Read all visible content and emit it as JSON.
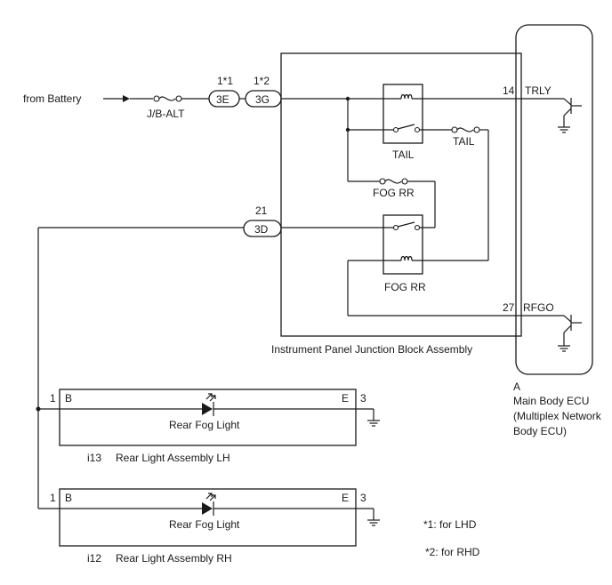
{
  "source_label": "from Battery",
  "fuse_jb_alt": "J/B-ALT",
  "connectors": {
    "c1_note": "1*1",
    "c1_label": "3E",
    "c2_note": "1*2",
    "c2_label": "3G",
    "c3_pin": "21",
    "c3_label": "3D"
  },
  "tail_relay_label": "TAIL",
  "tail_fuse_label": "TAIL",
  "fog_fuse_label": "FOG RR",
  "fog_relay_label": "FOG RR",
  "junction_block_label": "Instrument Panel Junction Block Assembly",
  "ecu": {
    "pin_trly": "14",
    "sig_trly": "TRLY",
    "pin_rfgo": "27",
    "sig_rfgo": "RFGO",
    "ref": "A",
    "name_line1": "Main Body ECU",
    "name_line2": "(Multiplex Network",
    "name_line3": "Body ECU)"
  },
  "lh_assembly": {
    "pin_left": "1",
    "term_left": "B",
    "term_right": "E",
    "pin_right": "3",
    "lamp": "Rear Fog Light",
    "ref": "i13",
    "name": "Rear Light Assembly LH"
  },
  "rh_assembly": {
    "pin_left": "1",
    "term_left": "B",
    "term_right": "E",
    "pin_right": "3",
    "lamp": "Rear Fog Light",
    "ref": "i12",
    "name": "Rear Light Assembly RH"
  },
  "notes": {
    "note1": "*1: for LHD",
    "note2": "*2: for RHD"
  }
}
